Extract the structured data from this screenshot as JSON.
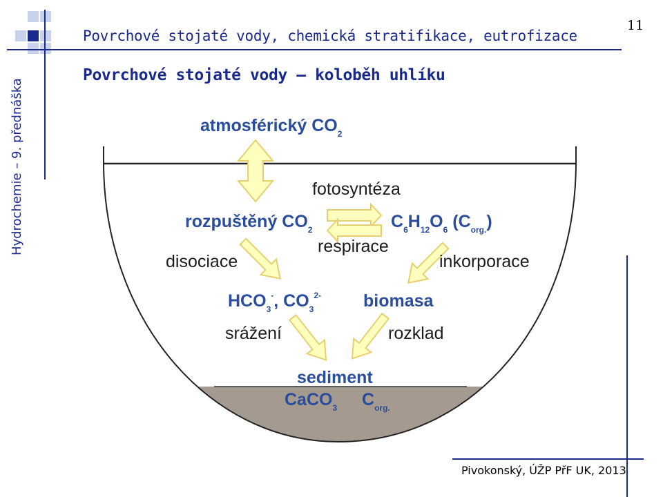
{
  "header": {
    "title": "Povrchové stojaté vody, chemická stratifikace, eutrofizace",
    "page_number": "11"
  },
  "slide_title": "Povrchové stojaté vody – koloběh uhlíku",
  "side_label": "Hydrochemie – 9. přednáška",
  "footer": "Pivokonský, ÚŽP PřF UK, 2013",
  "diagram": {
    "atmospheric": {
      "main": "atmosférický CO",
      "sub": "2"
    },
    "dissolved": {
      "main": "rozpuštěný CO",
      "sub": "2"
    },
    "glucose": {
      "c": "C",
      "c_sub": "6",
      "h": "H",
      "h_sub": "12",
      "o": "O",
      "o_sub": "6",
      "corg_open": "(C",
      "corg_sub": "org.",
      "corg_close": ")"
    },
    "photosynthesis": "fotosyntéza",
    "respiration": "respirace",
    "dissociation": "disociace",
    "incorporation": "inkorporace",
    "carbonate": {
      "hco": "HCO",
      "hco_sub": "3",
      "hco_sup": "-",
      "sep": ", CO",
      "co_sub": "3",
      "co_sup": "2-"
    },
    "biomass": "biomasa",
    "precipitation": "srážení",
    "decomposition": "rozklad",
    "sediment": "sediment",
    "caco3": {
      "main": "CaCO",
      "sub": "3"
    },
    "corg": {
      "main": "C",
      "sub": "org."
    }
  },
  "colors": {
    "accent_blue": "#1a2a8c",
    "diagram_blue": "#2a4d9c",
    "arrow_fill": "#ffffbe",
    "arrow_stroke": "#e8cf6e",
    "sediment": "#a59a90"
  }
}
